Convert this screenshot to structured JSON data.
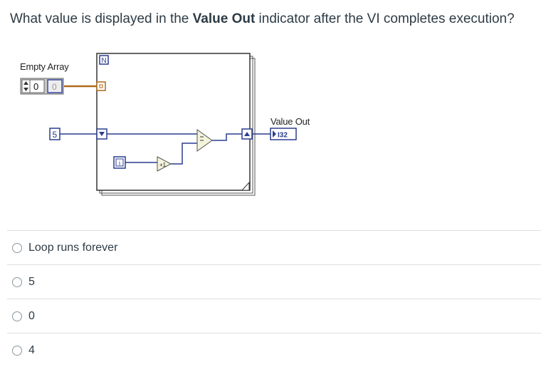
{
  "question": {
    "prefix": "What value is displayed in the ",
    "bold": "Value Out",
    "suffix": " indicator after the VI completes execution?"
  },
  "diagram": {
    "empty_array_label": "Empty Array",
    "array_index": "0",
    "array_element": "0",
    "n_terminal": "N",
    "count_constant": "5",
    "i_terminal": "i",
    "increment_label": "+1",
    "value_out_label": "Value Out",
    "indicator_type": "I32"
  },
  "answers": [
    {
      "label": "Loop runs forever"
    },
    {
      "label": "5"
    },
    {
      "label": "0"
    },
    {
      "label": "4"
    }
  ]
}
